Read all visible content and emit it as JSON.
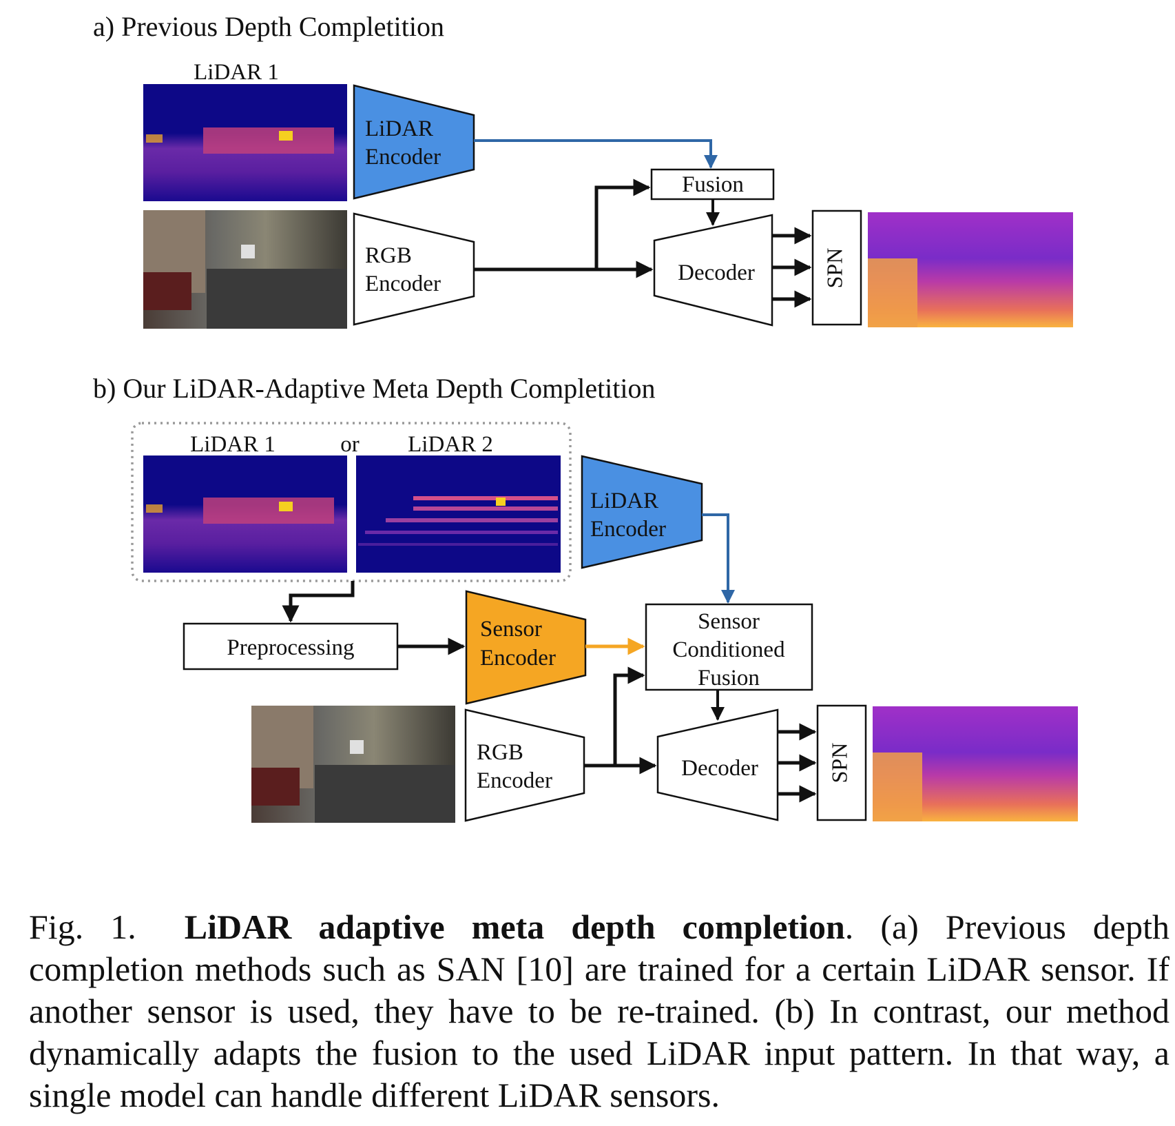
{
  "colors": {
    "lidar_encoder": "#4a90e2",
    "sensor_encoder": "#f5a623",
    "blue_arrow": "#2f67a6",
    "orange_arrow": "#f5a623",
    "black": "#111111"
  },
  "panel_a": {
    "title": "a) Previous Depth Completition",
    "lidar_label": "LiDAR 1",
    "lidar_encoder": [
      "LiDAR",
      "Encoder"
    ],
    "rgb_encoder": [
      "RGB",
      "Encoder"
    ],
    "fusion": "Fusion",
    "decoder": "Decoder",
    "spn": "SPN"
  },
  "panel_b": {
    "title": "b) Our LiDAR-Adaptive Meta Depth Completition",
    "lidar1_label": "LiDAR 1",
    "or_label": "or",
    "lidar2_label": "LiDAR 2",
    "lidar_encoder": [
      "LiDAR",
      "Encoder"
    ],
    "preprocessing": "Preprocessing",
    "sensor_encoder": [
      "Sensor",
      "Encoder"
    ],
    "scf": [
      "Sensor",
      "Conditioned",
      "Fusion"
    ],
    "rgb_encoder": [
      "RGB",
      "Encoder"
    ],
    "decoder": "Decoder",
    "spn": "SPN"
  },
  "caption": {
    "fig_num": "Fig. 1.",
    "bold_title": "LiDAR adaptive meta depth completion",
    "text": ". (a) Previous depth completion methods such as SAN [10] are trained for a certain LiDAR sensor. If another sensor is used, they have to be re-trained. (b) In contrast, our method dynamically adapts the fusion to the used LiDAR input pattern. In that way, a single model can handle different LiDAR sensors."
  }
}
